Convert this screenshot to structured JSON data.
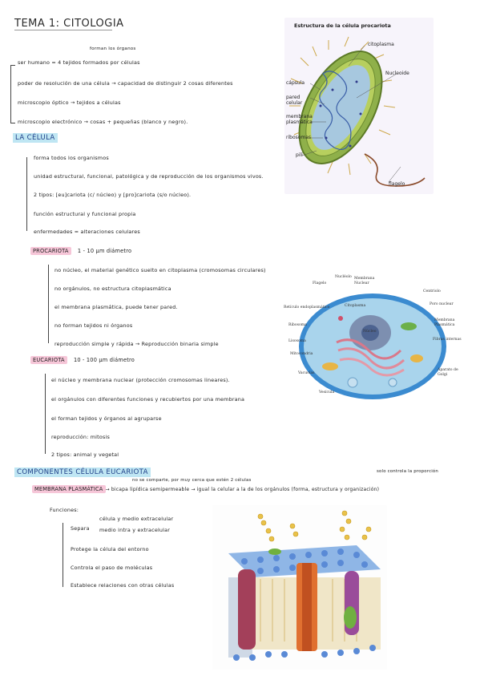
{
  "title": "TEMA 1: CITOLOGIA",
  "intro": {
    "note_top": "forman los órganos",
    "lines": [
      "ser humano = 4 tejidos formados por células",
      "poder de resolución de una célula → capacidad de distinguir 2 cosas diferentes",
      "microscopio óptico → tejidos a células",
      "microscopio electrónico → cosas + pequeñas (blanco y negro)."
    ]
  },
  "la_celula": {
    "heading": "LA CÉLULA",
    "lines": [
      "forma todos los organismos",
      "unidad estructural, funcional, patológica y de reproducción de los organismos vivos.",
      "2 tipos: [eu]cariota (c/ núcleo) y [pro]cariota (s/o núcleo).",
      "función estructural y funcional propia",
      "enfermedades = alteraciones celulares"
    ]
  },
  "procariota": {
    "label": "PROCARIOTA",
    "size": "1 - 10 μm diámetro",
    "lines": [
      "no núcleo, el material genético suelto en citoplasma (cromosomas circulares)",
      "no orgánulos, no estructura citoplasmática",
      "el membrana plasmática, puede tener pared.",
      "no forman tejidos ni órganos",
      "reproducción simple y rápida → Reproducción binaria simple"
    ]
  },
  "eucariota": {
    "label": "EUCARIOTA",
    "size": "10 - 100 μm diámetro",
    "lines": [
      "el núcleo y membrana nuclear (protección cromosomas lineares).",
      "el orgánulos con diferentes funciones y recubiertos por una membrana",
      "el forman tejidos y órganos al agruparse",
      "reproducción: mitosis",
      "2 tipos: animal y vegetal"
    ]
  },
  "componentes": {
    "heading": "COMPONENTES CÉLULA EUCARIOTA",
    "membrana_label": "MEMBRANA PLASMÁTICA",
    "membrana_note_top": "no se comparte, por muy cerca que estén 2 células",
    "membrana_note_right": "solo controla la proporción",
    "membrana_line": "→ bicapa lipídica semipermeable → igual la celular a la de los orgánulos (forma, estructura y organización)",
    "funciones_title": "Funciones:",
    "separa": "Separa",
    "separa_a": "célula y medio extracelular",
    "separa_b": "medio intra y extracelular",
    "funciones": [
      "Protege la célula del entorno",
      "Controla el paso de moléculas",
      "Establece relaciones con otras células"
    ]
  },
  "fig_procariota": {
    "title": "Estructura de la célula procariota",
    "labels": [
      "citoplasma",
      "Nucleoide",
      "cápsula",
      "pared celular",
      "membrana plasmática",
      "ribosomas",
      "pili",
      "flagelo"
    ]
  },
  "fig_eucariota": {
    "labels": [
      "Nucléolo",
      "Membrana Nuclear",
      "Flagelo",
      "Centriolo",
      "Poro nuclear",
      "Retículo endoplasmático",
      "Citoplasma",
      "Núcleo",
      "Ribosoma",
      "Membrana Plasmática",
      "Lisosoma",
      "Fibras internas",
      "Mitocondria",
      "Vacuolas",
      "Aparato de Golgi",
      "Vesícula"
    ]
  }
}
